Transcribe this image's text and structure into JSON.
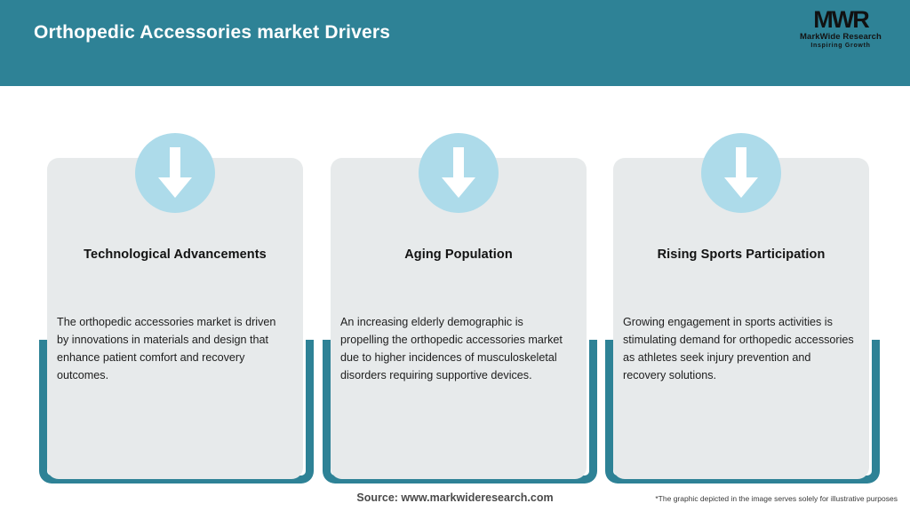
{
  "header": {
    "title": "Orthopedic Accessories market Drivers",
    "background_color": "#2e8296",
    "title_color": "#ffffff",
    "logo": {
      "mark": "MWR",
      "name": "MarkWide Research",
      "tagline": "Inspiring Growth"
    }
  },
  "theme": {
    "accent_teal": "#2e8296",
    "icon_circle_blue": "#addbea",
    "card_background": "#e7eaeb",
    "page_background": "#ffffff"
  },
  "cards": [
    {
      "icon": "down-arrow-icon",
      "title": "Technological Advancements",
      "body": "The orthopedic accessories market is driven by innovations in materials and design that enhance patient comfort and recovery outcomes."
    },
    {
      "icon": "down-arrow-icon",
      "title": "Aging Population",
      "body": "An increasing elderly demographic is propelling the orthopedic accessories market due to higher incidences of musculoskeletal disorders requiring supportive devices."
    },
    {
      "icon": "down-arrow-icon",
      "title": "Rising Sports Participation",
      "body": "Growing engagement in sports activities is stimulating demand for orthopedic accessories as athletes seek injury prevention and recovery solutions."
    }
  ],
  "footer": {
    "source": "Source: www.markwideresearch.com",
    "disclaimer": "*The graphic depicted in the image serves solely for illustrative purposes"
  }
}
